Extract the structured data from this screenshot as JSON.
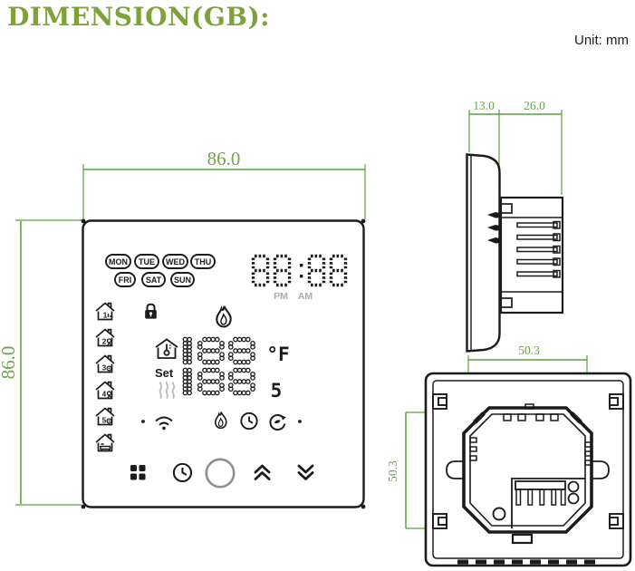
{
  "title": "DIMENSION(GB):",
  "unit_label": "Unit: mm",
  "colors": {
    "title_green": "#7ba33a",
    "dimension_green": "#55a33c",
    "line_black": "#1b1b1b",
    "lcd_gray": "#ababab"
  },
  "front_view": {
    "dim_width": "86.0",
    "dim_height": "86.0",
    "days": [
      "MON",
      "TUE",
      "WED",
      "THU",
      "FRI",
      "SAT",
      "SUN"
    ],
    "time_display": "88:88",
    "pm_label": "PM",
    "am_label": "AM",
    "set_label": "Set",
    "temp_display": "188",
    "temp_unit": "°F",
    "setpoint_display": "188",
    "setpoint_fraction": "5",
    "home_mode_numbers": [
      "1",
      "2",
      "3",
      "4",
      "5"
    ]
  },
  "side_view": {
    "dim_front_depth": "13.0",
    "dim_body_depth": "26.0"
  },
  "back_view": {
    "dim_width": "50.3",
    "dim_height": "50.3"
  },
  "icons": {
    "lock": "padlock",
    "flame": "heating-flame",
    "thermo_house": "house-thermometer",
    "heat_waves": "floor-heating-waves",
    "wifi": "wifi-signal",
    "manual_flame": "manual-heat-flame",
    "clock_small": "program-clock",
    "eco_cycle": "auto-eco-cycle",
    "menu_grid": "menu-grid",
    "clock_button": "clock-button",
    "power_button": "power-circle",
    "up_button": "double-chevron-up",
    "down_button": "double-chevron-down",
    "home_modes": [
      "home-mode-1",
      "home-mode-2",
      "home-mode-3",
      "home-mode-4",
      "home-mode-5",
      "home-mode-6"
    ]
  }
}
